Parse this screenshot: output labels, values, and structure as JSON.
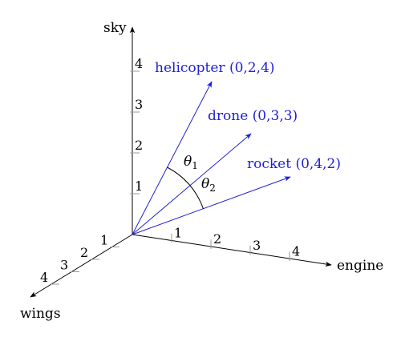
{
  "colors": {
    "axis": "#000000",
    "vector": "#2020d8",
    "tick": "#9a9a9a"
  },
  "axes": {
    "x": {
      "label": "wings",
      "ticks": [
        "1",
        "2",
        "3",
        "4"
      ]
    },
    "y": {
      "label": "engine",
      "ticks": [
        "1",
        "2",
        "3",
        "4"
      ]
    },
    "z": {
      "label": "sky",
      "ticks": [
        "1",
        "2",
        "3",
        "4"
      ]
    }
  },
  "vectors": [
    {
      "label": "helicopter (0,2,4)",
      "coords": [
        0,
        2,
        4
      ]
    },
    {
      "label": "drone (0,3,3)",
      "coords": [
        0,
        3,
        3
      ]
    },
    {
      "label": "rocket (0,4,2)",
      "coords": [
        0,
        4,
        2
      ]
    }
  ],
  "angles": [
    {
      "symbol": "θ",
      "subscript": "1"
    },
    {
      "symbol": "θ",
      "subscript": "2"
    }
  ]
}
